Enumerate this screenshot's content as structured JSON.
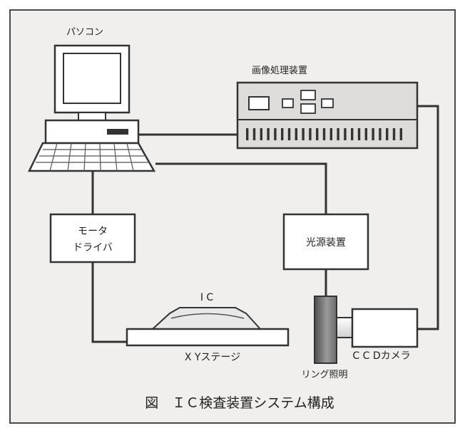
{
  "diagram": {
    "caption": "図　ＩＣ検査装置システム構成",
    "labels": {
      "pc": "パソコン",
      "image_processor": "画像処理装置",
      "motor_driver_line1": "モータ",
      "motor_driver_line2": "ドライバ",
      "light_source": "光源装置",
      "ic": "I C",
      "xy_stage": "X Yステージ",
      "ccd_camera": "C C Dカメラ",
      "ring_light": "リング照明"
    },
    "colors": {
      "background": "#f0efed",
      "frame": "#4a4a4a",
      "line": "#333333",
      "box_fill": "#ffffff",
      "processor_fill": "#dedcdb"
    },
    "icons": [
      "computer-icon",
      "image-processor-icon",
      "ccd-camera-icon",
      "ring-light-icon"
    ]
  }
}
